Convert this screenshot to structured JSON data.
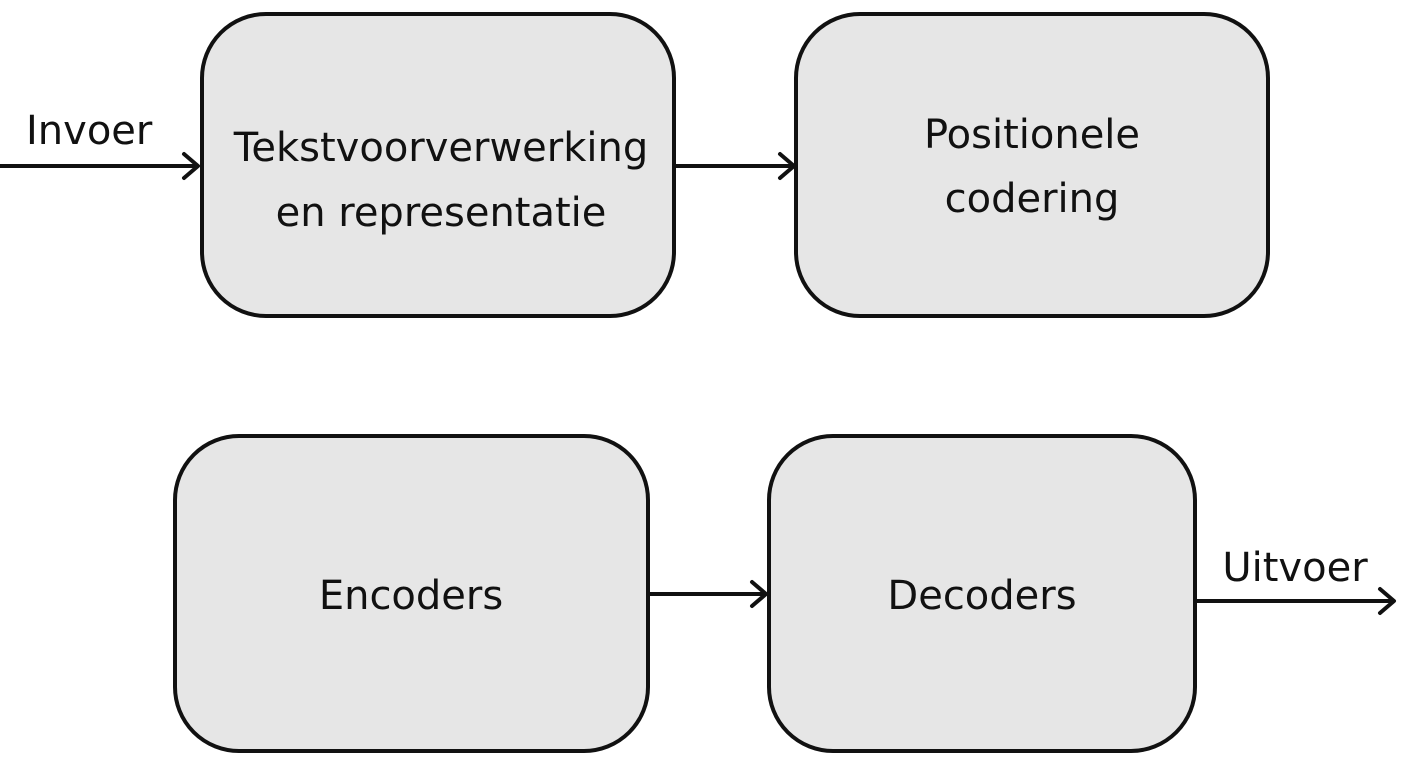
{
  "input_label": "Invoer",
  "output_label": "Uitvoer",
  "nodes": {
    "preprocessing": {
      "line1": "Tekstvoorverwerking",
      "line2": "en representatie"
    },
    "positional": {
      "line1": "Positionele",
      "line2": "codering"
    },
    "encoders": {
      "label": "Encoders"
    },
    "decoders": {
      "label": "Decoders"
    }
  },
  "colors": {
    "box_fill": "#e6e6e6",
    "stroke": "#111111",
    "background": "#ffffff"
  }
}
